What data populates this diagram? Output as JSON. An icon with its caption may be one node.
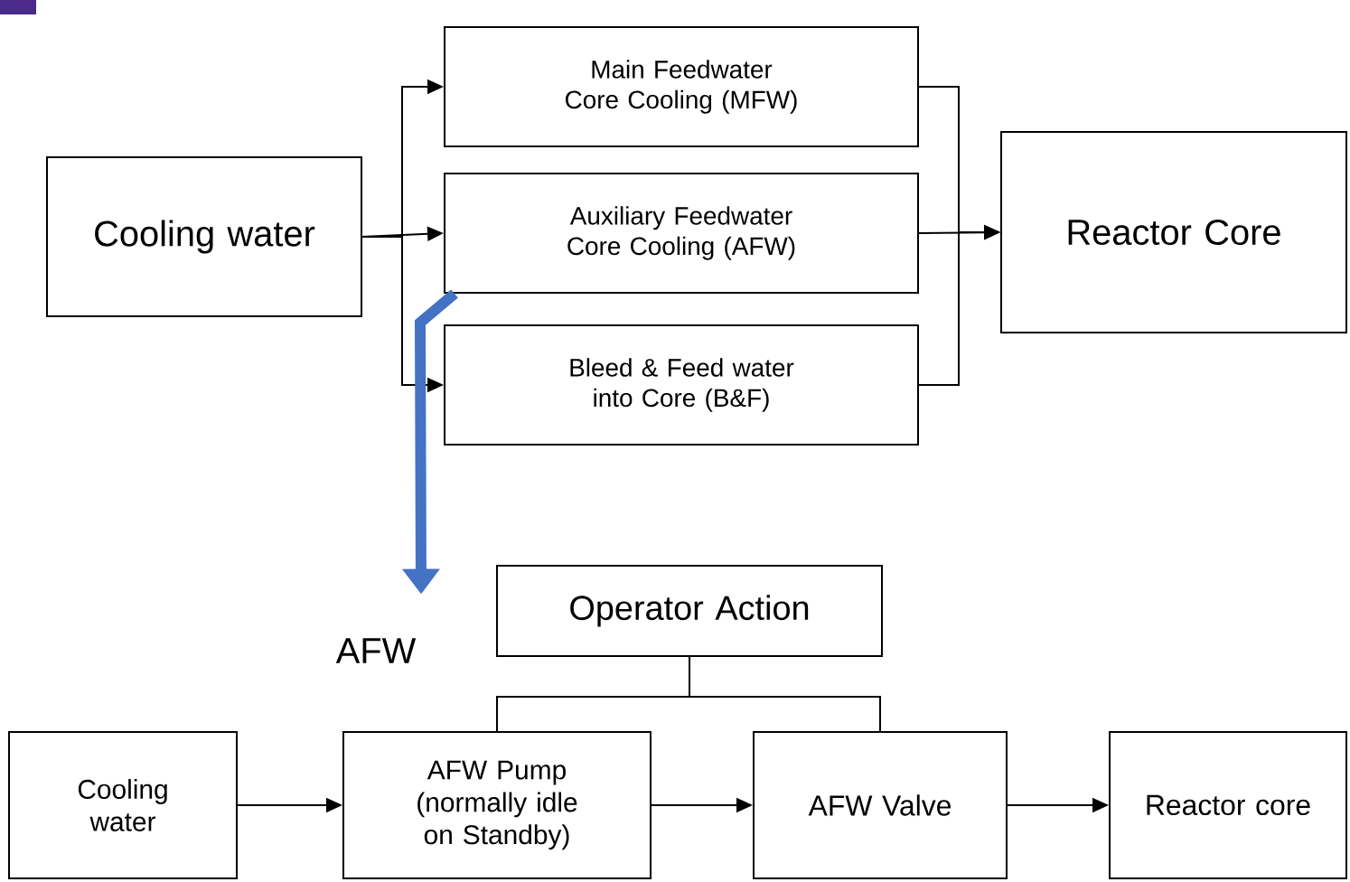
{
  "diagram": {
    "nodes": [
      {
        "text": [
          "Cooling water"
        ]
      },
      {
        "text": [
          "Main Feedwater Core Cooling (MFW)"
        ]
      },
      {
        "text": [
          "Auxiliary Feedwater Core Cooling (AFW)"
        ]
      },
      {
        "text": [
          "Bleed & Feed water into Core (B&F)"
        ]
      },
      {
        "text": [
          "Reactor Core"
        ]
      },
      {
        "text": [
          "AFW"
        ]
      },
      {
        "text": [
          "Operator Action"
        ]
      },
      {
        "text": [
          "Cooling water"
        ]
      },
      {
        "text": [
          "AFW Pump (normally idle on Standby)"
        ]
      },
      {
        "text": [
          "AFW Valve"
        ]
      },
      {
        "text": [
          "Reactor core"
        ]
      }
    ],
    "edges": [
      {
        "from": 0,
        "to": 1,
        "arrow": "to"
      },
      {
        "from": 0,
        "to": 2,
        "arrow": "to"
      },
      {
        "from": 0,
        "to": 3,
        "arrow": "to"
      },
      {
        "from": 1,
        "to": 4,
        "arrow": "to"
      },
      {
        "from": 2,
        "to": 4,
        "arrow": "to"
      },
      {
        "from": 3,
        "to": 4,
        "arrow": "to"
      },
      {
        "from": 2,
        "to": 5,
        "arrow": "to",
        "style": "thick",
        "color": "#4472c4"
      },
      {
        "from": 6,
        "to": 8,
        "arrow": "none"
      },
      {
        "from": 6,
        "to": 9,
        "arrow": "none"
      },
      {
        "from": 7,
        "to": 8,
        "arrow": "to"
      },
      {
        "from": 8,
        "to": 9,
        "arrow": "to"
      },
      {
        "from": 9,
        "to": 10,
        "arrow": "to"
      }
    ]
  }
}
